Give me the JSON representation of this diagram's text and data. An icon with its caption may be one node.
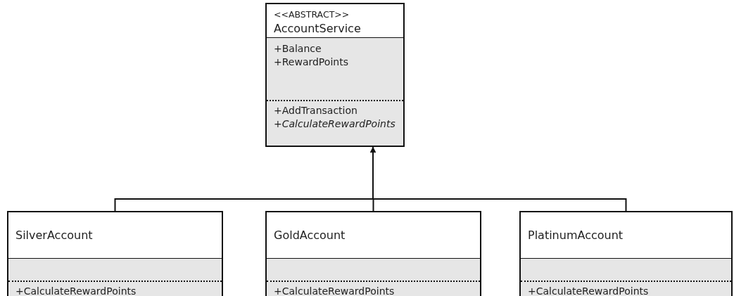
{
  "diagram": {
    "nodes": [
      {
        "text": [
          "<<ABSTRACT>>",
          "AccountService",
          "+Balance",
          "+RewardPoints",
          "+AddTransaction",
          "+CalculateRewardPoints"
        ]
      },
      {
        "text": [
          "SilverAccount",
          "+CalculateRewardPoints"
        ]
      },
      {
        "text": [
          "GoldAccount",
          "+CalculateRewardPoints"
        ]
      },
      {
        "text": [
          "PlatinumAccount",
          "+CalculateRewardPoints"
        ]
      }
    ],
    "edges": [
      {
        "from": 1,
        "to": 0,
        "arrow": "to"
      },
      {
        "from": 2,
        "to": 0,
        "arrow": "to"
      },
      {
        "from": 3,
        "to": 0,
        "arrow": "to"
      }
    ]
  }
}
